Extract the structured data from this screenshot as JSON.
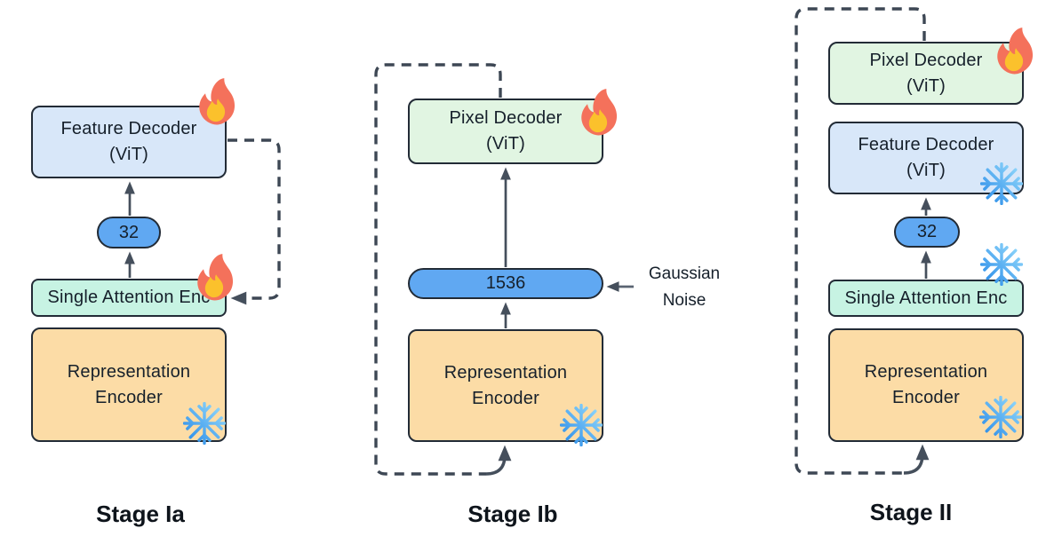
{
  "stages": [
    {
      "title": "Stage Ia",
      "boxes": {
        "feature_decoder": {
          "line1": "Feature Decoder",
          "line2": "(ViT)",
          "icon": "fire"
        },
        "latent": {
          "value": "32"
        },
        "attention_enc": {
          "label": "Single Attention Enc",
          "icon": "fire"
        },
        "encoder": {
          "line1": "Representation",
          "line2": "Encoder",
          "icon": "snowflake"
        }
      }
    },
    {
      "title": "Stage Ib",
      "boxes": {
        "pixel_decoder": {
          "line1": "Pixel Decoder",
          "line2": "(ViT)",
          "icon": "fire"
        },
        "latent": {
          "value": "1536"
        },
        "encoder": {
          "line1": "Representation",
          "line2": "Encoder",
          "icon": "snowflake"
        }
      },
      "annotation": {
        "line1": "Gaussian",
        "line2": "Noise"
      }
    },
    {
      "title": "Stage II",
      "boxes": {
        "pixel_decoder": {
          "line1": "Pixel Decoder",
          "line2": "(ViT)",
          "icon": "fire"
        },
        "feature_decoder": {
          "line1": "Feature Decoder",
          "line2": "(ViT)",
          "icon": "snowflake"
        },
        "latent": {
          "value": "32"
        },
        "attention_enc": {
          "label": "Single Attention Enc",
          "icon": "snowflake"
        },
        "encoder": {
          "line1": "Representation",
          "line2": "Encoder",
          "icon": "snowflake"
        }
      }
    }
  ],
  "icons": {
    "fire": "flame-icon (trainable)",
    "snowflake": "snowflake-icon (frozen)"
  },
  "colors": {
    "background": "#ffffff",
    "box_border": "#222b36",
    "text": "#16202b",
    "feature_decoder_fill": "#d8e7f9",
    "pixel_decoder_fill": "#e1f5e2",
    "attention_fill": "#c7f3e3",
    "encoder_fill": "#fcdca6",
    "latent_fill": "#60a8f2",
    "connector": "#454f5c",
    "dash": "#3d4754",
    "flame_outer": "#f4715b",
    "flame_inner": "#fbc12c",
    "snowflake_blue": "#2e8fe9",
    "snowflake_light": "#8fd6fb"
  }
}
